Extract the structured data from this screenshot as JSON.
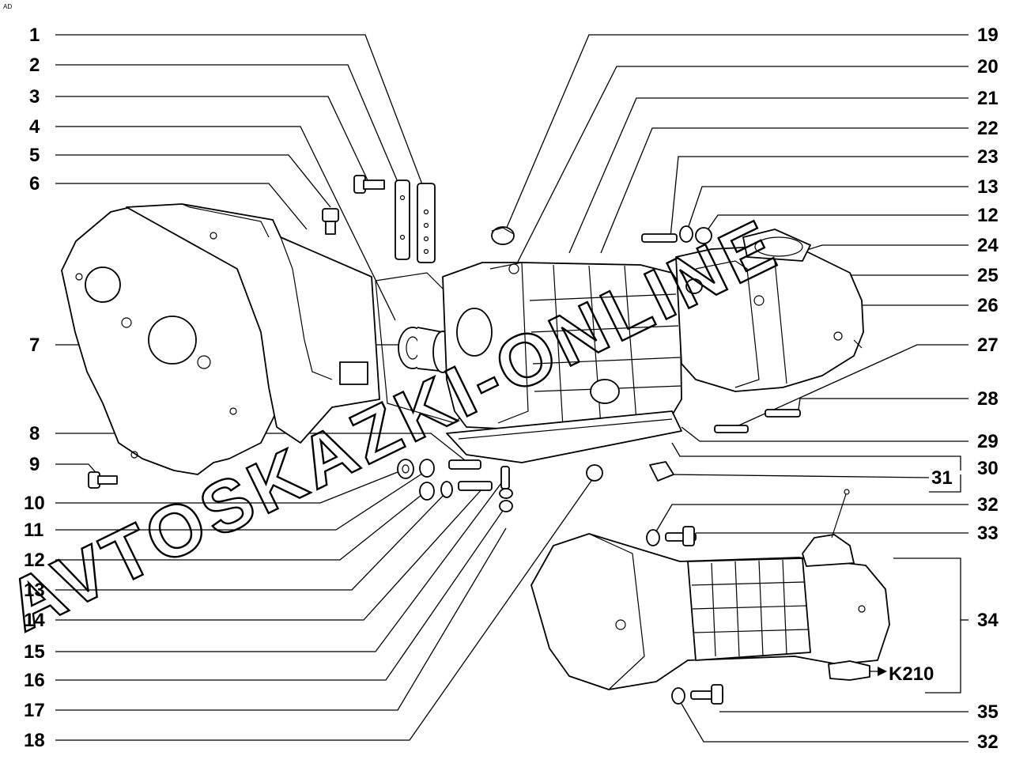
{
  "corner_mark": "AD",
  "watermark": "AVTOSKAZKI-ONLINE",
  "left_callouts": [
    "1",
    "2",
    "3",
    "4",
    "5",
    "6",
    "7",
    "8",
    "9",
    "10",
    "11",
    "12",
    "13",
    "14",
    "15",
    "16",
    "17",
    "18"
  ],
  "right_callouts": [
    "19",
    "20",
    "21",
    "22",
    "23",
    "13",
    "12",
    "24",
    "25",
    "26",
    "27",
    "28",
    "29",
    "30",
    "31",
    "32",
    "33",
    "34",
    "35",
    "32"
  ],
  "reference_label": "K210"
}
